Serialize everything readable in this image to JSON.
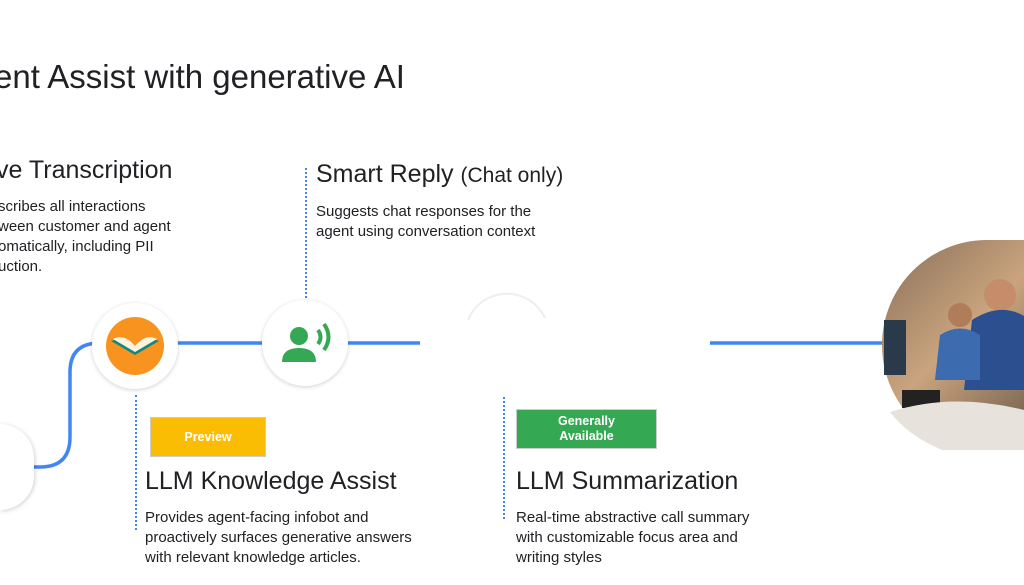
{
  "title": "ent Assist with generative AI",
  "live": {
    "heading": "ve Transcription",
    "desc": [
      "scribes all interactions",
      "ween customer and agent",
      "omatically, including PII",
      "uction."
    ]
  },
  "smart": {
    "heading": "Smart Reply",
    "suffix": "(Chat only)",
    "desc": [
      "Suggests chat responses for the",
      "agent using conversation context"
    ]
  },
  "knowledge": {
    "badge": "Preview",
    "heading": "LLM Knowledge Assist",
    "desc": [
      "Provides agent-facing infobot and",
      "proactively surfaces generative answers",
      "with relevant knowledge articles."
    ]
  },
  "summ": {
    "badge": [
      "Generally",
      "Available"
    ],
    "heading": "LLM Summarization",
    "desc": [
      "Real-time abstractive call summary",
      "with customizable focus area and",
      "writing styles"
    ]
  },
  "colors": {
    "line": "#4285f4",
    "preview": "#fbbc04",
    "ga": "#34a853",
    "book": "#f7931e"
  }
}
